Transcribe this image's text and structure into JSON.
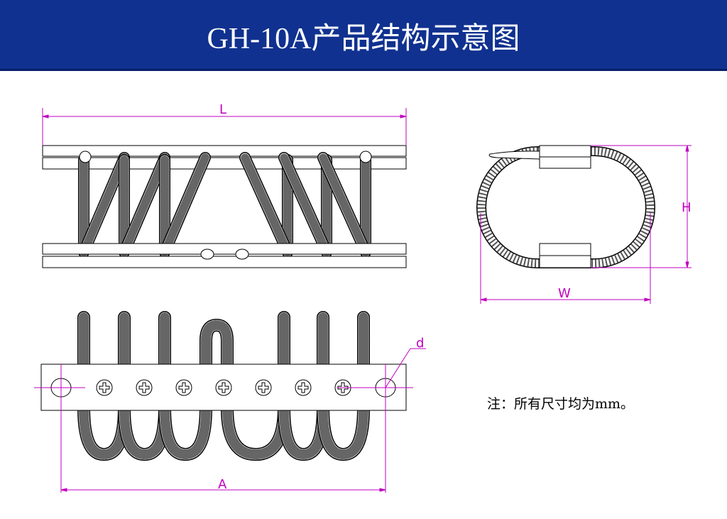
{
  "header": {
    "title": "GH-10A产品结构示意图"
  },
  "dimensions": {
    "length": "L",
    "height": "H",
    "width": "W",
    "hole_diameter": "d",
    "hole_spacing": "A"
  },
  "note": "注：所有尺寸均为mm。",
  "colors": {
    "header": "#10318f",
    "dimension": "#c000c0"
  }
}
